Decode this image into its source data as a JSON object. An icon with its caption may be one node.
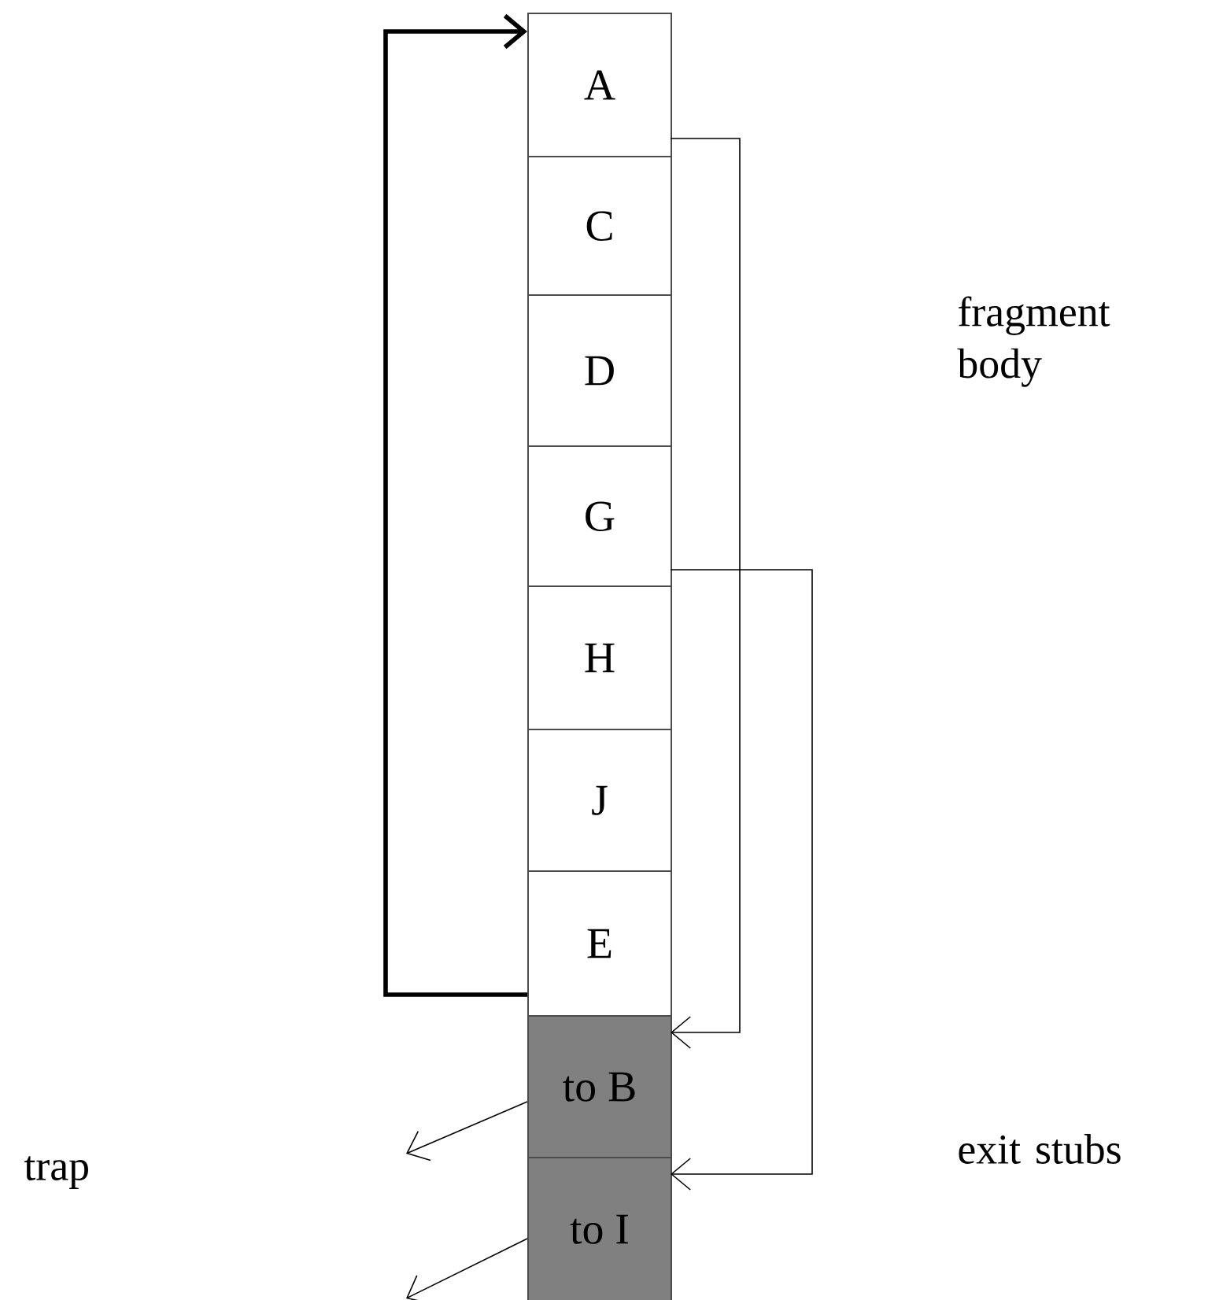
{
  "diagram": {
    "nodes": [
      {
        "text": [
          "A"
        ]
      },
      {
        "text": [
          "C"
        ]
      },
      {
        "text": [
          "D"
        ]
      },
      {
        "text": [
          "G"
        ]
      },
      {
        "text": [
          "H"
        ]
      },
      {
        "text": [
          "J"
        ]
      },
      {
        "text": [
          "E"
        ]
      },
      {
        "text": [
          "to B"
        ]
      },
      {
        "text": [
          "to  I"
        ]
      }
    ],
    "edges": [
      {
        "from": 6,
        "to": 0,
        "arrow": "to",
        "style": "thick"
      },
      {
        "from": 0,
        "to": 7,
        "arrow": "to"
      },
      {
        "from": 3,
        "to": 8,
        "arrow": "to"
      },
      {
        "from": 7,
        "to": null,
        "arrow": "to"
      },
      {
        "from": 8,
        "to": null,
        "arrow": "to"
      }
    ],
    "labels": [
      "fragment body",
      "exit stubs",
      "trap"
    ]
  }
}
